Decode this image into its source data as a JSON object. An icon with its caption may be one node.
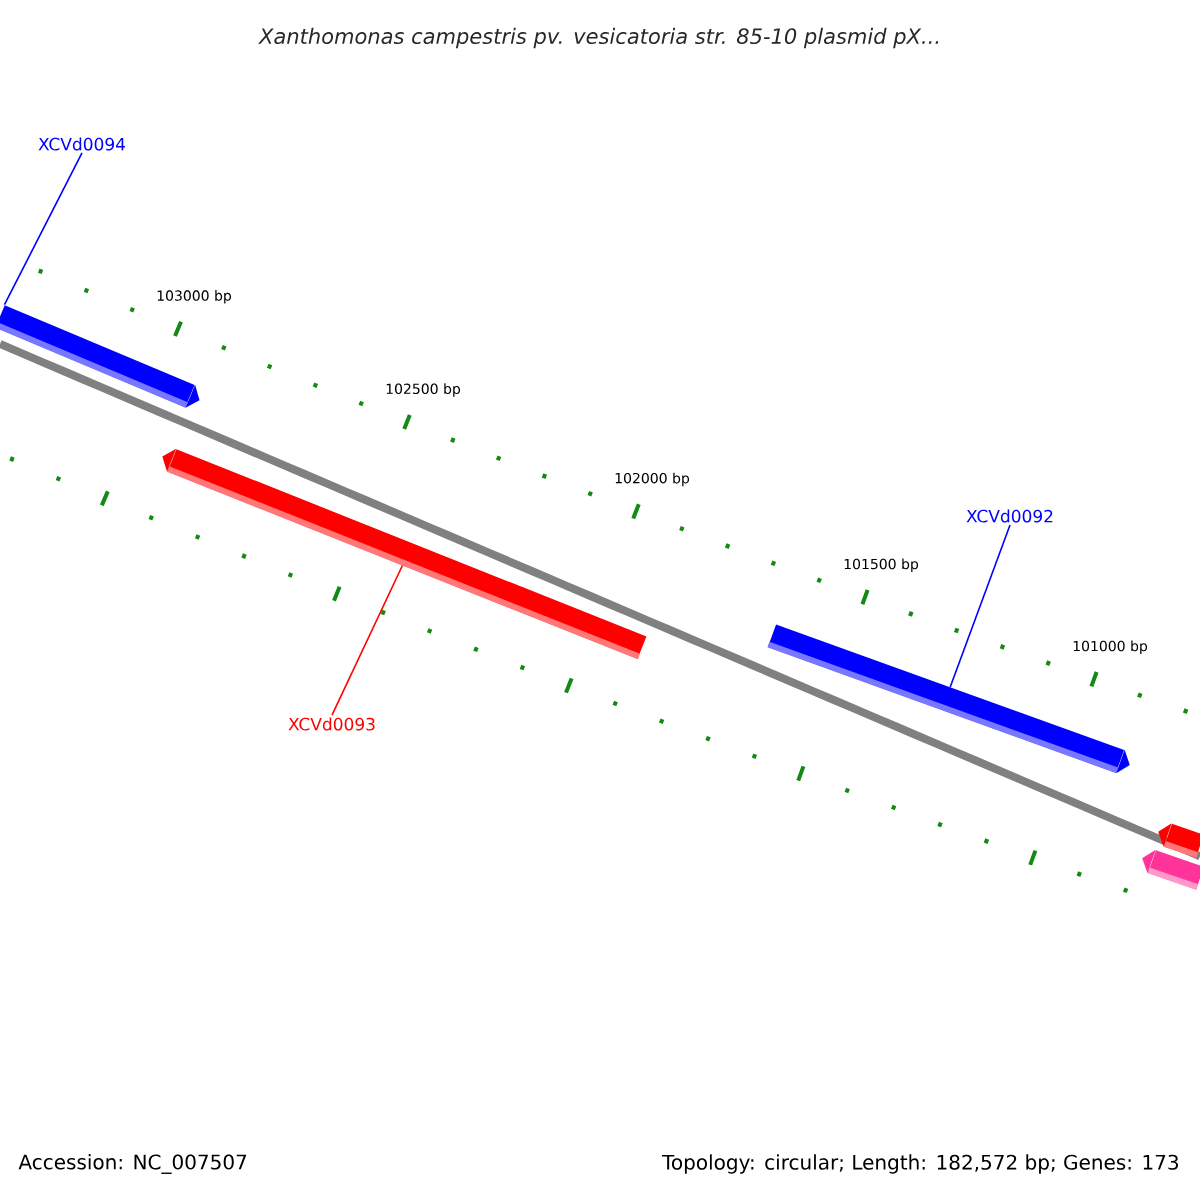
{
  "diagram": {
    "title": "Xanthomonas campestris pv. vesicatoria str. 85-10 plasmid pX...",
    "nodes": [
      {
        "text": [
          "XCVd0094"
        ]
      },
      {
        "text": [],
        "shape": "bar"
      },
      {
        "text": [
          "XCVd0093"
        ]
      },
      {
        "text": [],
        "shape": "bar"
      },
      {
        "text": [
          "XCVd0092"
        ]
      },
      {
        "text": [],
        "shape": "bar"
      },
      {
        "text": [],
        "shape": "bar"
      },
      {
        "text": [],
        "shape": "bar"
      }
    ],
    "edges": [
      {
        "from": 0,
        "to": 1,
        "arrow": "none"
      },
      {
        "from": 2,
        "to": 3,
        "arrow": "none",
        "color": "#ff0000"
      },
      {
        "from": 4,
        "to": 5,
        "arrow": "none"
      }
    ],
    "labels": [
      "103000 bp",
      "102500 bp",
      "102000 bp",
      "101500 bp",
      "101000 bp",
      "Accession: NC_007507",
      "Topology: circular; Length: 182,572 bp; Genes: 173"
    ]
  }
}
